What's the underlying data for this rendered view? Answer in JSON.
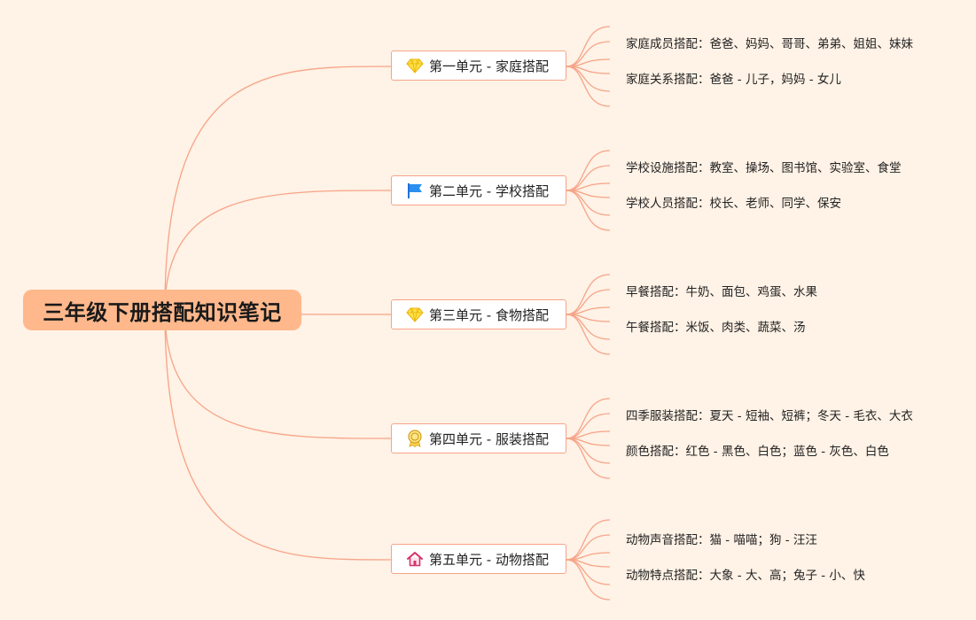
{
  "root": {
    "title": "三年级下册搭配知识笔记"
  },
  "colors": {
    "background": "#fff2e6",
    "root_fill": "#ffb88c",
    "link": "#f6a488",
    "node_border": "#f6a488"
  },
  "units": [
    {
      "label": "第一单元 - 家庭搭配",
      "icon": "gem-icon",
      "items": [
        "家庭成员搭配：爸爸、妈妈、哥哥、弟弟、姐姐、妹妹",
        "家庭关系搭配：爸爸 - 儿子，妈妈 - 女儿"
      ]
    },
    {
      "label": "第二单元 - 学校搭配",
      "icon": "flag-icon",
      "items": [
        "学校设施搭配：教室、操场、图书馆、实验室、食堂",
        "学校人员搭配：校长、老师、同学、保安"
      ]
    },
    {
      "label": "第三单元 - 食物搭配",
      "icon": "gem-icon",
      "items": [
        "早餐搭配：牛奶、面包、鸡蛋、水果",
        "午餐搭配：米饭、肉类、蔬菜、汤"
      ]
    },
    {
      "label": "第四单元 - 服装搭配",
      "icon": "award-icon",
      "items": [
        "四季服装搭配：夏天 - 短袖、短裤；冬天 - 毛衣、大衣",
        "颜色搭配：红色 - 黑色、白色；蓝色 - 灰色、白色"
      ]
    },
    {
      "label": "第五单元 - 动物搭配",
      "icon": "home-icon",
      "items": [
        "动物声音搭配：猫 - 喵喵；狗 - 汪汪",
        "动物特点搭配：大象 - 大、高；兔子 - 小、快"
      ]
    }
  ]
}
